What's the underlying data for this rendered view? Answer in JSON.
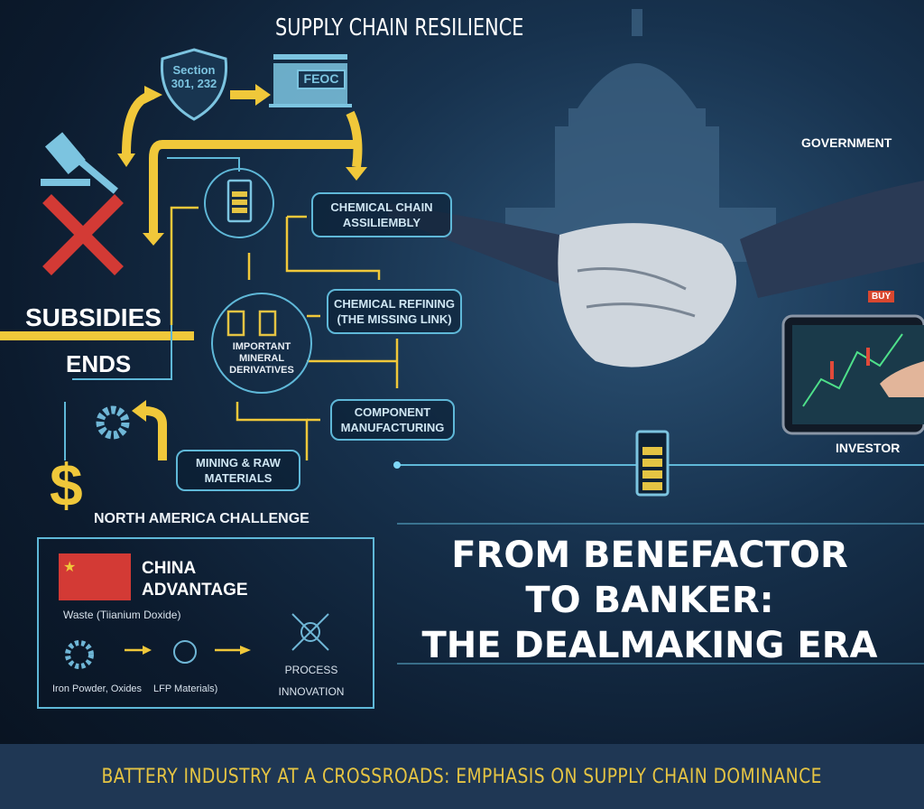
{
  "header": {
    "title": "SUPPLY CHAIN RESILIENCE"
  },
  "policy": {
    "shield": "Section 301, 232",
    "wall": "FEOC"
  },
  "left": {
    "subsidies": "SUBSIDIES",
    "ends": "ENDS",
    "challenge": "NORTH AMERICA CHALLENGE"
  },
  "flow": {
    "center": "IMPORTANT MINERAL DERIVATIVES",
    "boxes": [
      "CHEMICAL CHAIN ASSILIEMBLY",
      "CHEMICAL REFINING (THE MISSING LINK)",
      "COMPONENT MANUFACTURING",
      "MINING & RAW MATERIALS"
    ]
  },
  "china": {
    "title_line1": "CHINA",
    "title_line2": "ADVANTAGE",
    "waste": "Waste (Tiianium Doxide)",
    "iron": "Iron Powder, Oxides",
    "lfp": "LFP Materials)",
    "process_line1": "PROCESS",
    "process_line2": "INNOVATION"
  },
  "right": {
    "government": "GOVERNMENT",
    "investor": "INVESTOR",
    "buy": "BUY"
  },
  "main_title": {
    "line1": "FROM BENEFACTOR",
    "line2": "TO BANKER:",
    "line3": "THE DEALMAKING ERA"
  },
  "footer": {
    "text": "BATTERY INDUSTRY AT A CROSSROADS: EMPHASIS ON SUPPLY CHAIN DOMINANCE"
  },
  "colors": {
    "yellow": "#f0c83a",
    "cyan": "#5fb8d8",
    "red": "#d33a35",
    "footer_bg": "#1f3754"
  }
}
